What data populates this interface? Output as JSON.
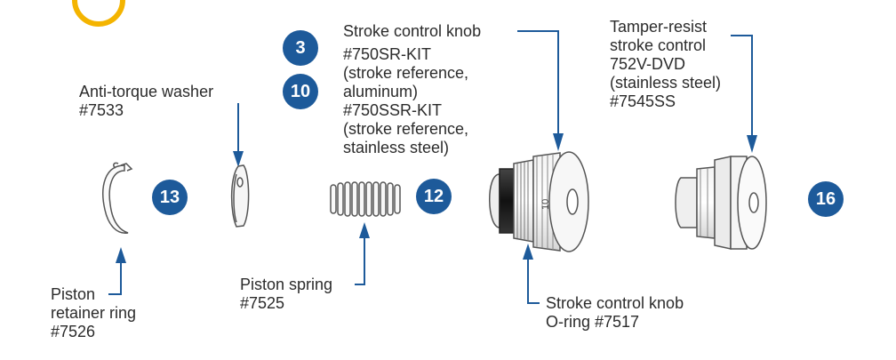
{
  "labels": {
    "stroke_knob": {
      "title": "Stroke control knob",
      "kit_lines": [
        "#750SR-KIT",
        "(stroke reference,",
        "aluminum)",
        "#750SSR-KIT",
        "(stroke reference,",
        "stainless steel)"
      ]
    },
    "tamper": {
      "lines": [
        "Tamper-resist",
        "stroke control",
        "752V-DVD",
        "(stainless steel)",
        "#7545SS"
      ]
    },
    "washer": {
      "lines": [
        "Anti-torque washer",
        "#7533"
      ]
    },
    "spring": {
      "lines": [
        "Piston spring",
        "#7525"
      ]
    },
    "oring": {
      "lines": [
        "Stroke control knob",
        "O-ring #7517"
      ]
    },
    "piston_ring": {
      "lines": [
        "Piston",
        "retainer ring",
        "#7526"
      ]
    }
  },
  "badges": {
    "b3": "3",
    "b10": "10",
    "b13": "13",
    "b12": "12",
    "b16": "16"
  },
  "colors": {
    "badge": "#1d5a9a",
    "leader": "#1d5a9a",
    "part_stroke": "#555555",
    "logo": "#f4b400"
  },
  "icons": {
    "logo": "partial-yellow-circle-icon"
  }
}
